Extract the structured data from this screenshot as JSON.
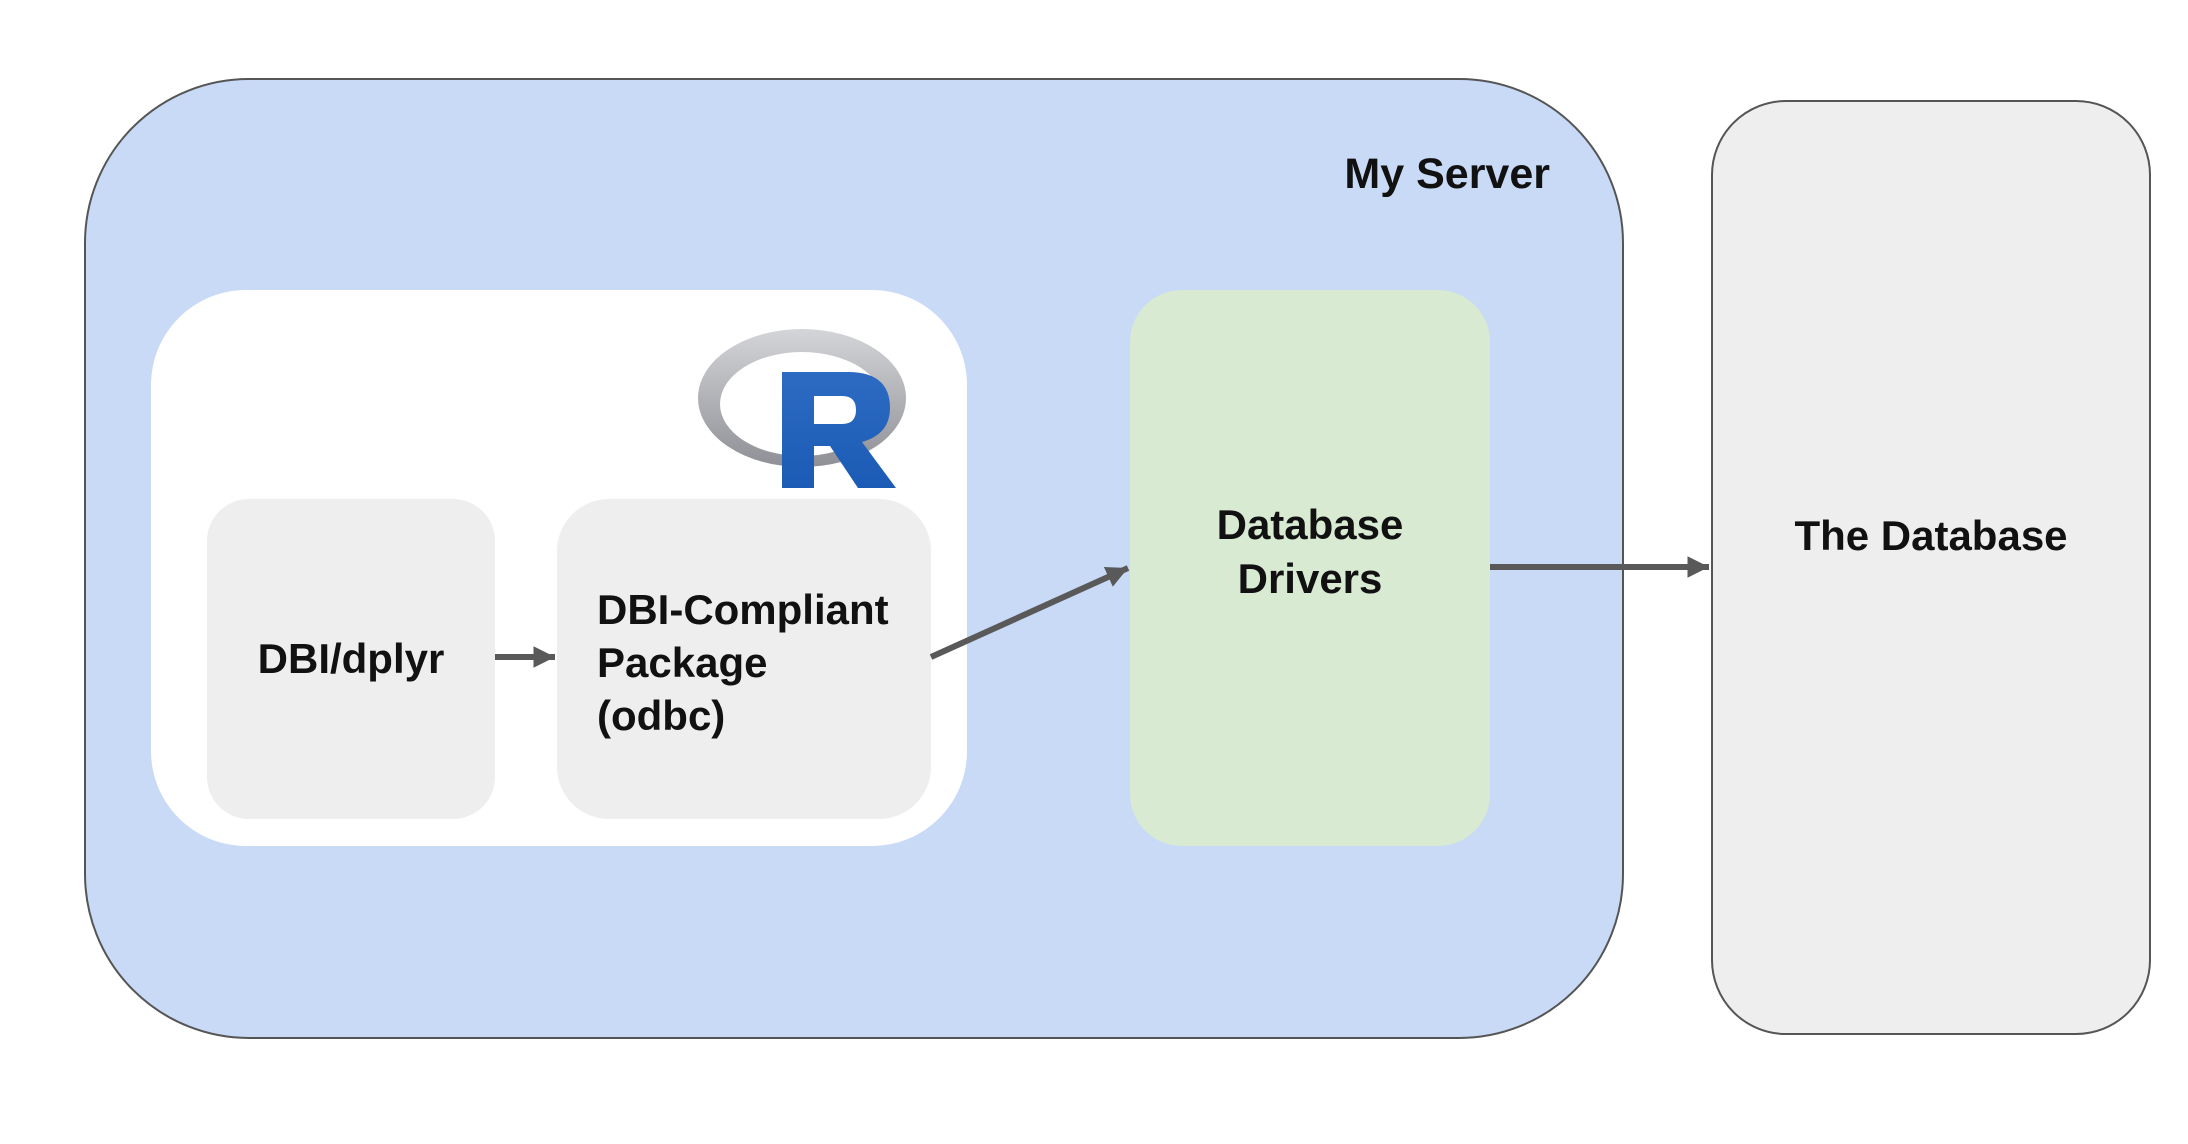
{
  "diagram": {
    "server": {
      "label": "My Server",
      "fill": "#c9daf6"
    },
    "r_environment": {
      "fill": "#ffffff",
      "logo": "r-logo-icon",
      "logo_letter": "R"
    },
    "dbi_dplyr": {
      "label": "DBI/dplyr",
      "fill": "#eeeeee"
    },
    "package": {
      "line1": "DBI-Compliant",
      "line2": "Package",
      "line3": "(odbc)",
      "fill": "#eeeeee"
    },
    "drivers": {
      "line1": "Database",
      "line2": "Drivers",
      "fill": "#d9ead3"
    },
    "database": {
      "label": "The Database",
      "fill": "#eeeeee"
    },
    "arrow_color": "#595959",
    "edges": [
      {
        "from": "DBI/dplyr",
        "to": "DBI-Compliant Package (odbc)"
      },
      {
        "from": "DBI-Compliant Package (odbc)",
        "to": "Database Drivers"
      },
      {
        "from": "Database Drivers",
        "to": "The Database"
      }
    ]
  }
}
